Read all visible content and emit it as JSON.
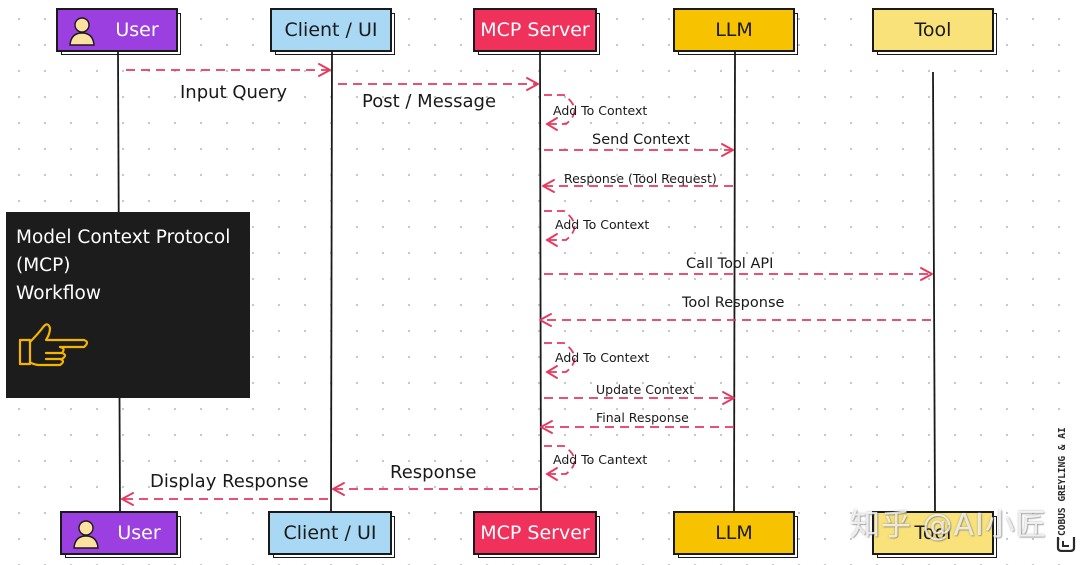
{
  "colors": {
    "arrow": "#e6395f",
    "user": "#9b3fe0",
    "client": "#a9d8f5",
    "server": "#f0315c",
    "llm": "#f7c300",
    "tool": "#f9e27a",
    "panel": "#1c1c1c",
    "hand": "#f5b400"
  },
  "actors": {
    "user": "User",
    "client": "Client / UI",
    "server": "MCP Server",
    "llm": "LLM",
    "tool": "Tool"
  },
  "messages": {
    "input_query": "Input Query",
    "post_message": "Post / Message",
    "add_context_1": "Add To Context",
    "send_context": "Send Context",
    "response_tool_request": "Response (Tool Request)",
    "add_context_2": "Add To  Context",
    "call_tool_api": "Call Tool API",
    "tool_response": "Tool Response",
    "add_context_3": "Add To  Context",
    "update_context": "Update Context",
    "final_response": "Final Response",
    "add_context_4": "Add To  Cantext",
    "response": "Response",
    "display_response": "Display Response"
  },
  "panel": {
    "title": "Model Context Protocol\n(MCP)\nWorkflow",
    "icon": "pointing-hand-icon"
  },
  "branding": {
    "vertical_text": "COBUS GREYLING & AI",
    "watermark": "知乎 @AI小匠"
  }
}
